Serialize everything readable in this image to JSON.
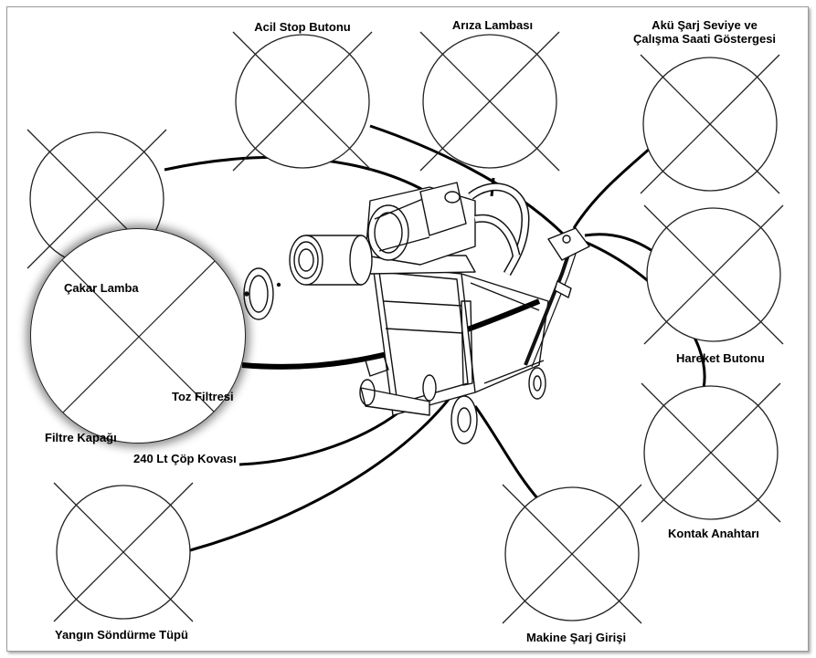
{
  "labels": {
    "emergency_stop": "Acil Stop Butonu",
    "fault_lamp": "Arıza Lambası",
    "battery_gauge_line1": "Akü Şarj Seviye ve",
    "battery_gauge_line2": "Çalışma Saati Göstergesi",
    "beacon_lamp": "Çakar Lamba",
    "dust_filter": "Toz Filtresi",
    "filter_cover": "Filtre Kapağı",
    "bin_240": "240 Lt Çöp Kovası",
    "drive_button": "Hareket Butonu",
    "ignition_key": "Kontak Anahtarı",
    "fire_extinguisher": "Yangın Söndürme Tüpü",
    "charge_inlet": "Makine Şarj Girişi"
  },
  "colors": {
    "line": "#000000",
    "placeholder": "#222222",
    "frame": "#9a9a9a"
  }
}
